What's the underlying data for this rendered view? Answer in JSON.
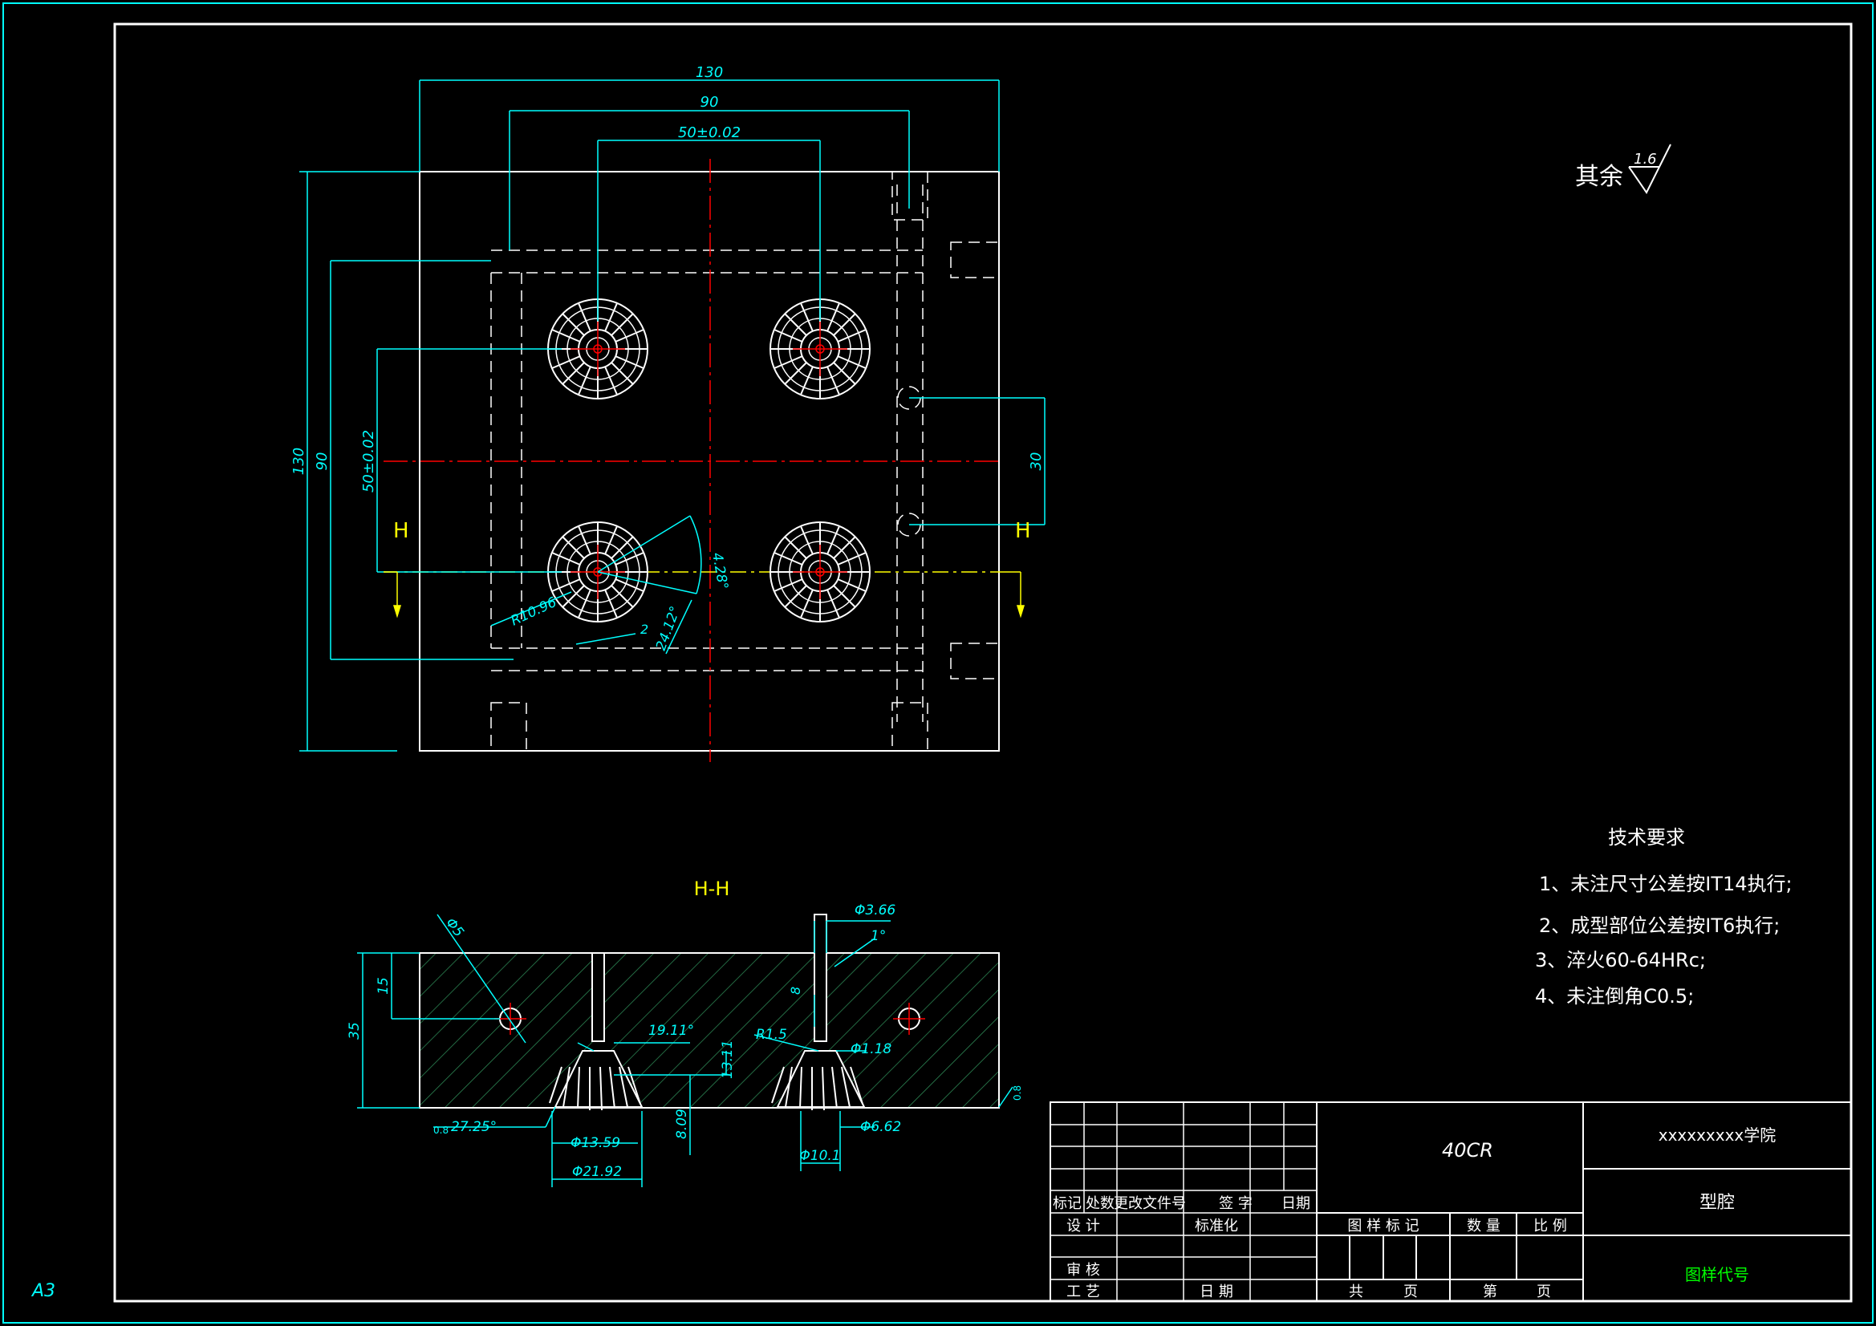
{
  "sheet": {
    "size_label": "A3"
  },
  "colors": {
    "outline": "#ffffff",
    "dimension": "#00ffff",
    "centerline": "#ff0000",
    "section": "#ffff00",
    "hatch": "#2e8b57",
    "code": "#00ff00"
  },
  "top_view": {
    "dims": {
      "width_130": "130",
      "width_90": "90",
      "width_50": "50±0.02",
      "height_130": "130",
      "height_90": "90",
      "height_50": "50±0.02",
      "height_30": "30",
      "radius": "R10.96",
      "angle_1": "4.28°",
      "angle_2": "24.12°",
      "small": "2"
    },
    "section_marks": {
      "left": "H",
      "right": "H"
    }
  },
  "section_view": {
    "title": "H-H",
    "dims": {
      "dia5": "Φ5",
      "dia3_66": "Φ3.66",
      "deg1": "1°",
      "len8": "8",
      "r1_5": "R1.5",
      "dia1_18": "Φ1.18",
      "ang19_11": "19.11°",
      "h13_11": "13.11",
      "h8_09": "8.09",
      "dia13_59": "Φ13.59",
      "dia21_92": "Φ21.92",
      "dia6_62": "Φ6.62",
      "dia10_1": "Φ10.1",
      "h35": "35",
      "h15": "15",
      "ang27_25": "27.25°",
      "rough_left": "0.8",
      "rough_right": "0.8"
    }
  },
  "surface_finish": {
    "prefix": "其余",
    "value": "1.6"
  },
  "tech_requirements": {
    "title": "技术要求",
    "items": [
      "1、未注尺寸公差按IT14执行;",
      "2、成型部位公差按IT6执行;",
      "3、淬火60-64HRc;",
      "4、未注倒角C0.5;"
    ]
  },
  "title_block": {
    "material": "40CR",
    "school": "xxxxxxxxx学院",
    "part_name": "型腔",
    "drawing_code": "图样代号",
    "labels": {
      "mark": "标记",
      "count": "处数",
      "change_doc": "更改文件号",
      "signature": "签 字",
      "date": "日期",
      "design": "设 计",
      "standard": "标准化",
      "drawing_mark": "图 样 标 记",
      "quantity": "数 量",
      "scale": "比 例",
      "review": "审 核",
      "process": "工 艺",
      "date2": "日 期",
      "total": "共",
      "page": "页",
      "page_no": "第",
      "page2": "页"
    }
  }
}
